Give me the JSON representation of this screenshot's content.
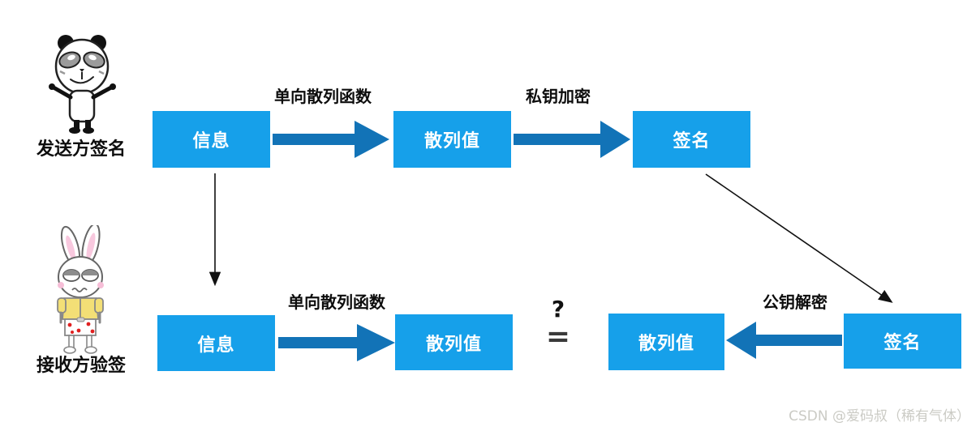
{
  "colors": {
    "box_blue": "#16A0EA",
    "arrow_blue": "#1273B7",
    "box_text": "#ffffff",
    "label_text": "#0d0d0d",
    "thin_arrow": "#111111",
    "equals_gray": "#3a3a3a",
    "watermark_gray": "#cbcbc5"
  },
  "top_flow": {
    "actor": "发送方签名",
    "step1_label": "单向散列函数",
    "step2_label": "私钥加密",
    "box_message": "信息",
    "box_hash": "散列值",
    "box_signature": "签名"
  },
  "bottom_flow": {
    "actor": "接收方验签",
    "step1_label": "单向散列函数",
    "step2_label": "公钥解密",
    "box_message": "信息",
    "box_hash_left": "散列值",
    "box_hash_right": "散列值",
    "box_signature": "签名",
    "compare_question": "?",
    "compare_equals": "="
  },
  "watermark": "CSDN @爱码叔（稀有气体）"
}
